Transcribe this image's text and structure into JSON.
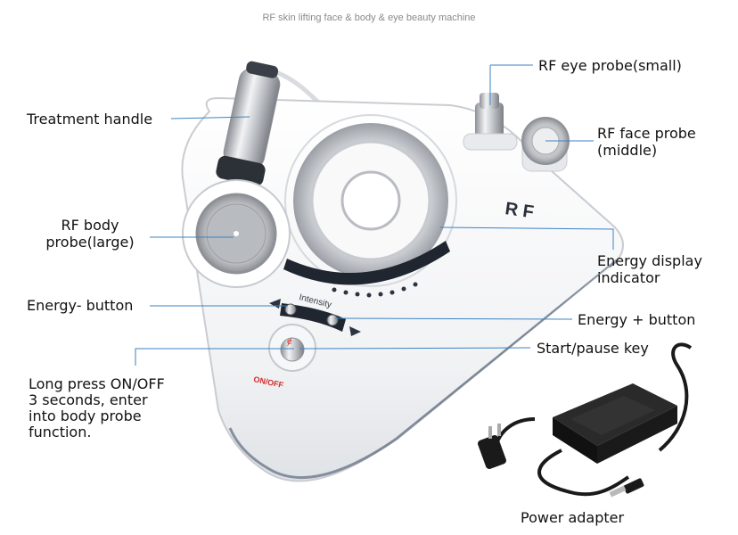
{
  "page_title": "RF skin lifting face & body & eye beauty machine",
  "device": {
    "brand_mark": "R F",
    "intensity_text": "Intensity",
    "onoff_text": "ON/OFF"
  },
  "labels": {
    "treatment_handle": "Treatment handle",
    "rf_body_probe": [
      "RF body",
      "probe(large)"
    ],
    "energy_minus": "Energy- button",
    "long_press": [
      "Long press ON/OFF",
      "3 seconds, enter",
      "into body probe",
      "function."
    ],
    "rf_eye_probe": "RF eye probe(small)",
    "rf_face_probe": [
      "RF face probe",
      "(middle)"
    ],
    "energy_display": [
      "Energy display",
      "indicator"
    ],
    "energy_plus": "Energy + button",
    "start_pause": "Start/pause key",
    "power_adapter": "Power adapter"
  },
  "colors": {
    "callout_line": "#3b82c4",
    "device_body": "#f4f5f7",
    "device_edge": "#c9ccd1",
    "accent_red": "#d22b2b",
    "panel_dark": "#1f2630",
    "adapter_black": "#1a1a1a"
  }
}
